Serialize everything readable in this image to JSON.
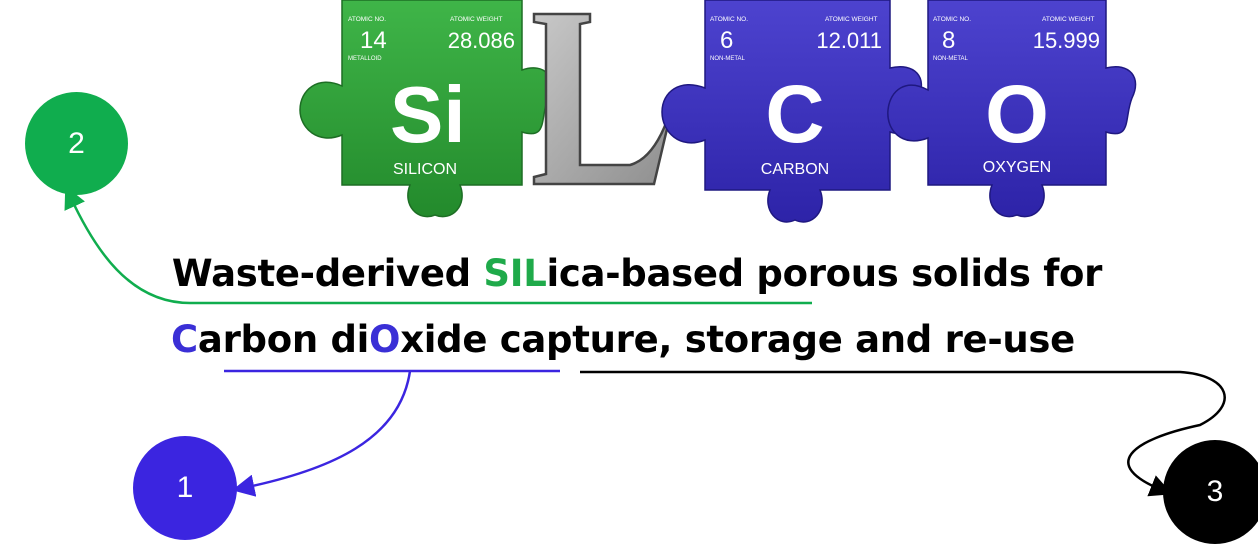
{
  "logo": {
    "tiles": [
      {
        "number": "14",
        "weight": "28.086",
        "symbol": "Si",
        "name": "SILICON",
        "category": "METALLOID",
        "number_caption": "ATOMIC NO.",
        "weight_caption": "ATOMIC WEIGHT",
        "color": "#2e9e38"
      },
      {
        "number": "6",
        "weight": "12.011",
        "symbol": "C",
        "name": "CARBON",
        "category": "NON-METAL",
        "number_caption": "ATOMIC NO.",
        "weight_caption": "ATOMIC WEIGHT",
        "color": "#3b2fc0"
      },
      {
        "number": "8",
        "weight": "15.999",
        "symbol": "O",
        "name": "OXYGEN",
        "category": "NON-METAL",
        "number_caption": "ATOMIC NO.",
        "weight_caption": "ATOMIC WEIGHT",
        "color": "#3b2fc0"
      }
    ],
    "letter_l": "L"
  },
  "title": {
    "line1": {
      "pre": "Waste-derived ",
      "hl1": "SIL",
      "mid": "ica-based",
      "post": " porous solids for"
    },
    "line2": {
      "hl1": "C",
      "mid1": "arbon di",
      "hl2": "O",
      "mid2": "xide",
      "post": " capture, storage and re-use"
    }
  },
  "nodes": {
    "n1": {
      "label": "1",
      "color": "#3b25e0"
    },
    "n2": {
      "label": "2",
      "color": "#10ad4e"
    },
    "n3": {
      "label": "3",
      "color": "#000000"
    }
  },
  "colors": {
    "green": "#1faa4a",
    "purple": "#3a2fd6",
    "grey": "#a8a8a8"
  }
}
